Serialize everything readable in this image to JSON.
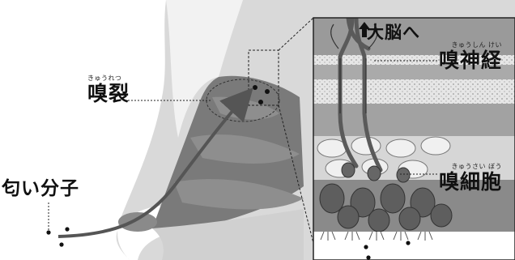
{
  "labels": {
    "olfactory_cleft": {
      "ruby": "きゅうれつ",
      "text": "嗅裂"
    },
    "olfactory_nerve": {
      "ruby": "きゅうしん けい",
      "text": "嗅神経"
    },
    "olfactory_cell": {
      "ruby": "きゅうさい ぼう",
      "text": "嗅細胞"
    },
    "odor_molecule": {
      "text": "匂い分子"
    },
    "to_brain": {
      "text": "大脳へ"
    }
  },
  "colors": {
    "background": "#ffffff",
    "skin_light": "#d9d9d9",
    "skin_mid": "#a9a9a9",
    "nasal_dark": "#6e6e6e",
    "inset_bg": "#9a9a9a",
    "cell_dark": "#555555",
    "bone_fill": "#e0e0e0",
    "line": "#222222"
  },
  "icons": [
    "up-arrow-icon"
  ]
}
